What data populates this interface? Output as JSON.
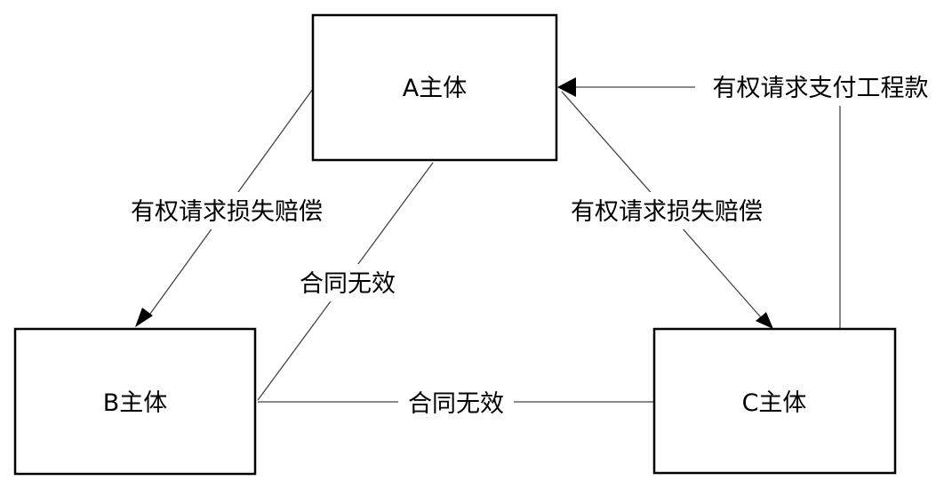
{
  "nodes": {
    "a": "A主体",
    "b": "B主体",
    "c": "C主体"
  },
  "edges": {
    "a_to_b": "有权请求损失赔偿",
    "a_to_c": "有权请求损失赔偿",
    "a_b_contract": "合同无效",
    "b_c_contract": "合同无效",
    "c_to_a": "有权请求支付工程款"
  },
  "colors": {
    "line": "#444444",
    "box_border": "#000000",
    "text": "#000000",
    "background": "#ffffff"
  }
}
